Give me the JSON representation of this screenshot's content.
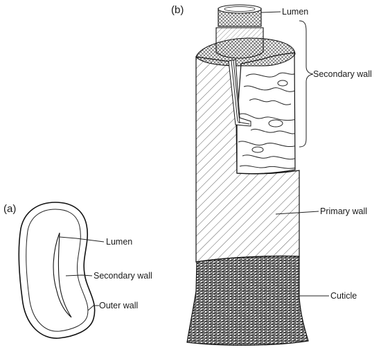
{
  "panel_a": {
    "tag": "(a)",
    "labels": {
      "lumen": "Lumen",
      "secondary_wall": "Secondary wall",
      "outer_wall": "Outer wall"
    }
  },
  "panel_b": {
    "tag": "(b)",
    "labels": {
      "lumen": "Lumen",
      "secondary_wall": "Secondary wall",
      "primary_wall": "Primary wall",
      "cuticle": "Cuticle"
    }
  }
}
